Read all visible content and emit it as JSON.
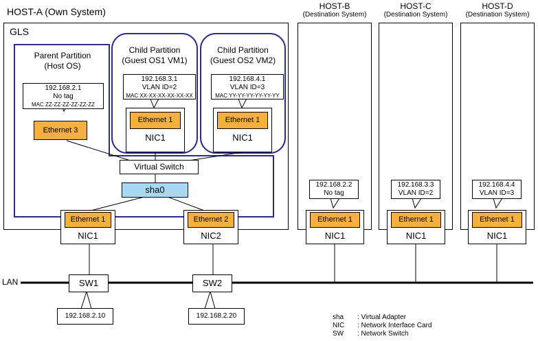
{
  "host_a": {
    "title": "HOST-A (Own System)",
    "gls": "GLS"
  },
  "parent": {
    "title_line1": "Parent Partition",
    "title_line2": "(Host OS)",
    "ip": "192.168.2.1",
    "tag": "No tag",
    "mac": "MAC ZZ-ZZ-ZZ-ZZ-ZZ-ZZ",
    "eth": "Ethernet 3"
  },
  "child1": {
    "title_line1": "Child Partition",
    "title_line2": "(Guest OS1 VM1)",
    "ip": "192.168.3.1",
    "vlan": "VLAN ID=2",
    "mac": "MAC XX-XX-XX-XX-XX-XX",
    "eth": "Ethernet 1",
    "nic": "NIC1"
  },
  "child2": {
    "title_line1": "Child Partition",
    "title_line2": "(Guest OS2 VM2)",
    "ip": "192.168.4.1",
    "vlan": "VLAN ID=3",
    "mac": "MAC YY-YY-YY-YY-YY-YY",
    "eth": "Ethernet 1",
    "nic": "NIC1"
  },
  "vswitch": "Virtual Switch",
  "sha0": "sha0",
  "hostA_nic1": {
    "eth": "Ethernet 1",
    "nic": "NIC1"
  },
  "hostA_nic2": {
    "eth": "Ethernet 2",
    "nic": "NIC2"
  },
  "host_b": {
    "title": "HOST-B",
    "subtitle": "(Destination System)",
    "ip": "192.168.2.2",
    "tag": "No tag",
    "eth": "Ethernet 1",
    "nic": "NIC1"
  },
  "host_c": {
    "title": "HOST-C",
    "subtitle": "(Destination System)",
    "ip": "192.168.3.3",
    "tag": "VLAN ID=2",
    "eth": "Ethernet 1",
    "nic": "NIC1"
  },
  "host_d": {
    "title": "HOST-D",
    "subtitle": "(Destination System)",
    "ip": "192.168.4.4",
    "tag": "VLAN ID=3",
    "eth": "Ethernet 1",
    "nic": "NIC1"
  },
  "lan": "LAN",
  "sw1": {
    "label": "SW1",
    "ip": "192.168.2.10"
  },
  "sw2": {
    "label": "SW2",
    "ip": "192.168.2.20"
  },
  "legend": [
    {
      "abbr": "sha",
      "desc": ": Virtual Adapter"
    },
    {
      "abbr": "NIC",
      "desc": ": Network Interface Card"
    },
    {
      "abbr": "SW",
      "desc": ": Network Switch"
    }
  ],
  "colors": {
    "ethernet": "#f5b041",
    "sha": "#a9d8f5",
    "partition_border": "#2e2a8c"
  }
}
